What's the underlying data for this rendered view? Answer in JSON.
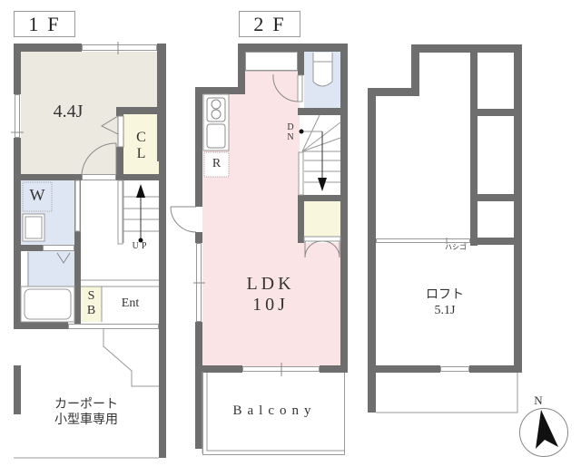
{
  "floors": {
    "first": {
      "label": "1F",
      "rooms": {
        "western_room": {
          "name": "4.4J",
          "color": "#ece9e0"
        },
        "closet": {
          "name_line1": "C",
          "name_line2": "L",
          "color": "#f8f6dc"
        },
        "washroom": {
          "name": "W",
          "color": "#dde6f2"
        },
        "stairs": {
          "label": "UP"
        },
        "shoe_box": {
          "name_line1": "S",
          "name_line2": "B",
          "color": "#f8f6dc"
        },
        "entrance": {
          "name": "Ent"
        },
        "carport": {
          "name_line1": "カーポート",
          "name_line2": "小型車専用"
        }
      }
    },
    "second": {
      "label": "2F",
      "rooms": {
        "ldk": {
          "name_line1": "LDK",
          "name_line2": "10J",
          "color": "#fbe4e6"
        },
        "refrigerator": {
          "name": "R"
        },
        "stairs": {
          "label_line1": "D",
          "label_line2": "N"
        },
        "toilet": {
          "color": "#dde6f2"
        },
        "storage": {
          "color": "#f8f6dc"
        },
        "balcony": {
          "name": "Balcony"
        }
      }
    },
    "loft": {
      "rooms": {
        "loft": {
          "name_line1": "ロフト",
          "name_line2": "5.1J"
        },
        "ladder": {
          "label": "ハシゴ"
        }
      }
    }
  },
  "compass": {
    "label": "N"
  },
  "colors": {
    "wall": "#6e6e6e",
    "line": "#999999"
  }
}
